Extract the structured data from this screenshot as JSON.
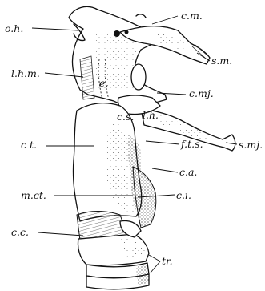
{
  "labels": {
    "oh": "o.h.",
    "cm": "c.m.",
    "sm": "s.m.",
    "lhm": "l.h.m.",
    "e": "e.",
    "cmj": "c.mj.",
    "cs": "c.s.",
    "lh": "l.h.",
    "smj": "s.mj.",
    "ct": "c t.",
    "fts": "f.t.s.",
    "ca": "c.a.",
    "mct": "m.ct.",
    "ci": "c.i.",
    "cc": "c.c.",
    "tr": "tr."
  }
}
